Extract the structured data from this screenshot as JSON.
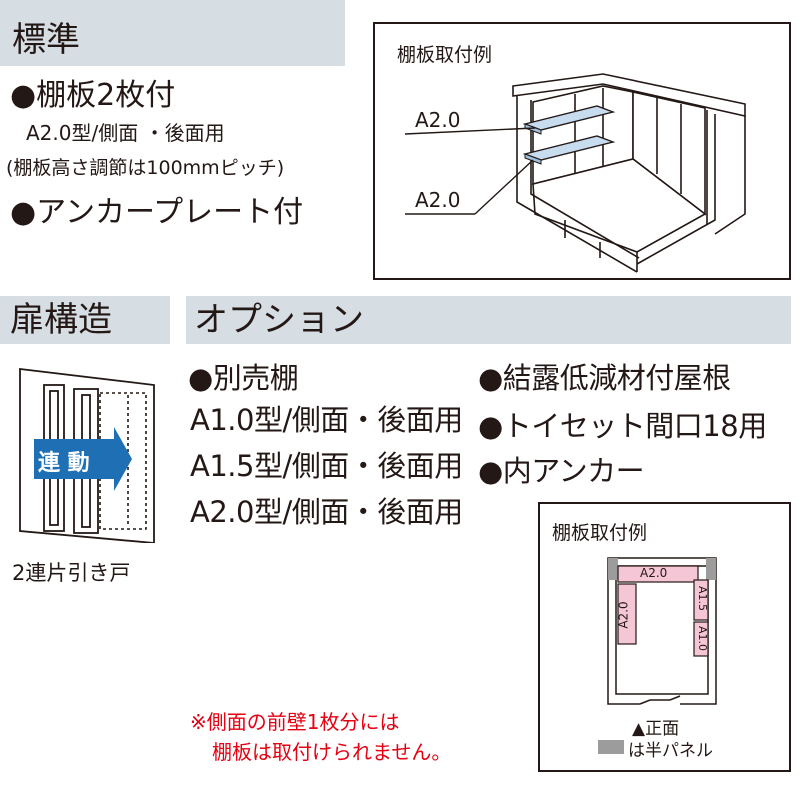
{
  "standard": {
    "title": "標準",
    "items": [
      "●棚板2枚付",
      "A2.0型/側面 ・後面用",
      "(棚板高さ調節は100mmピッチ)",
      "●アンカープレート付"
    ]
  },
  "shelf_example_top": {
    "caption": "棚板取付例",
    "label_upper": "A2.0",
    "label_lower": "A2.0"
  },
  "door": {
    "title": "扉構造",
    "badge": "連 動",
    "caption": "2連片引き戸"
  },
  "options": {
    "title": "オプション",
    "left_items": [
      "●別売棚",
      "A1.0型/側面・後面用",
      "A1.5型/側面・後面用",
      "A2.0型/側面・後面用"
    ],
    "right_items": [
      "●結露低減材付屋根",
      "●トイセット間口18用",
      "●内アンカー"
    ]
  },
  "shelf_example_bottom": {
    "caption": "棚板取付例",
    "label_top": "A2.0",
    "label_left": "A2.0",
    "label_right_upper": "A1.5",
    "label_right_lower": "A1.0",
    "front_label": "▲正面",
    "legend": "は半パネル"
  },
  "note": {
    "line1": "※側面の前壁1枚分には",
    "line2": "棚板は取付けられません。",
    "color": "#e60012"
  },
  "colors": {
    "section_bar": "#d6dde3",
    "shelf_blue": "#c8dcef",
    "shelf_pink": "#f5c6d6",
    "half_panel_gray": "#9c9c9c",
    "arrow_blue": "#1f6fb5"
  }
}
